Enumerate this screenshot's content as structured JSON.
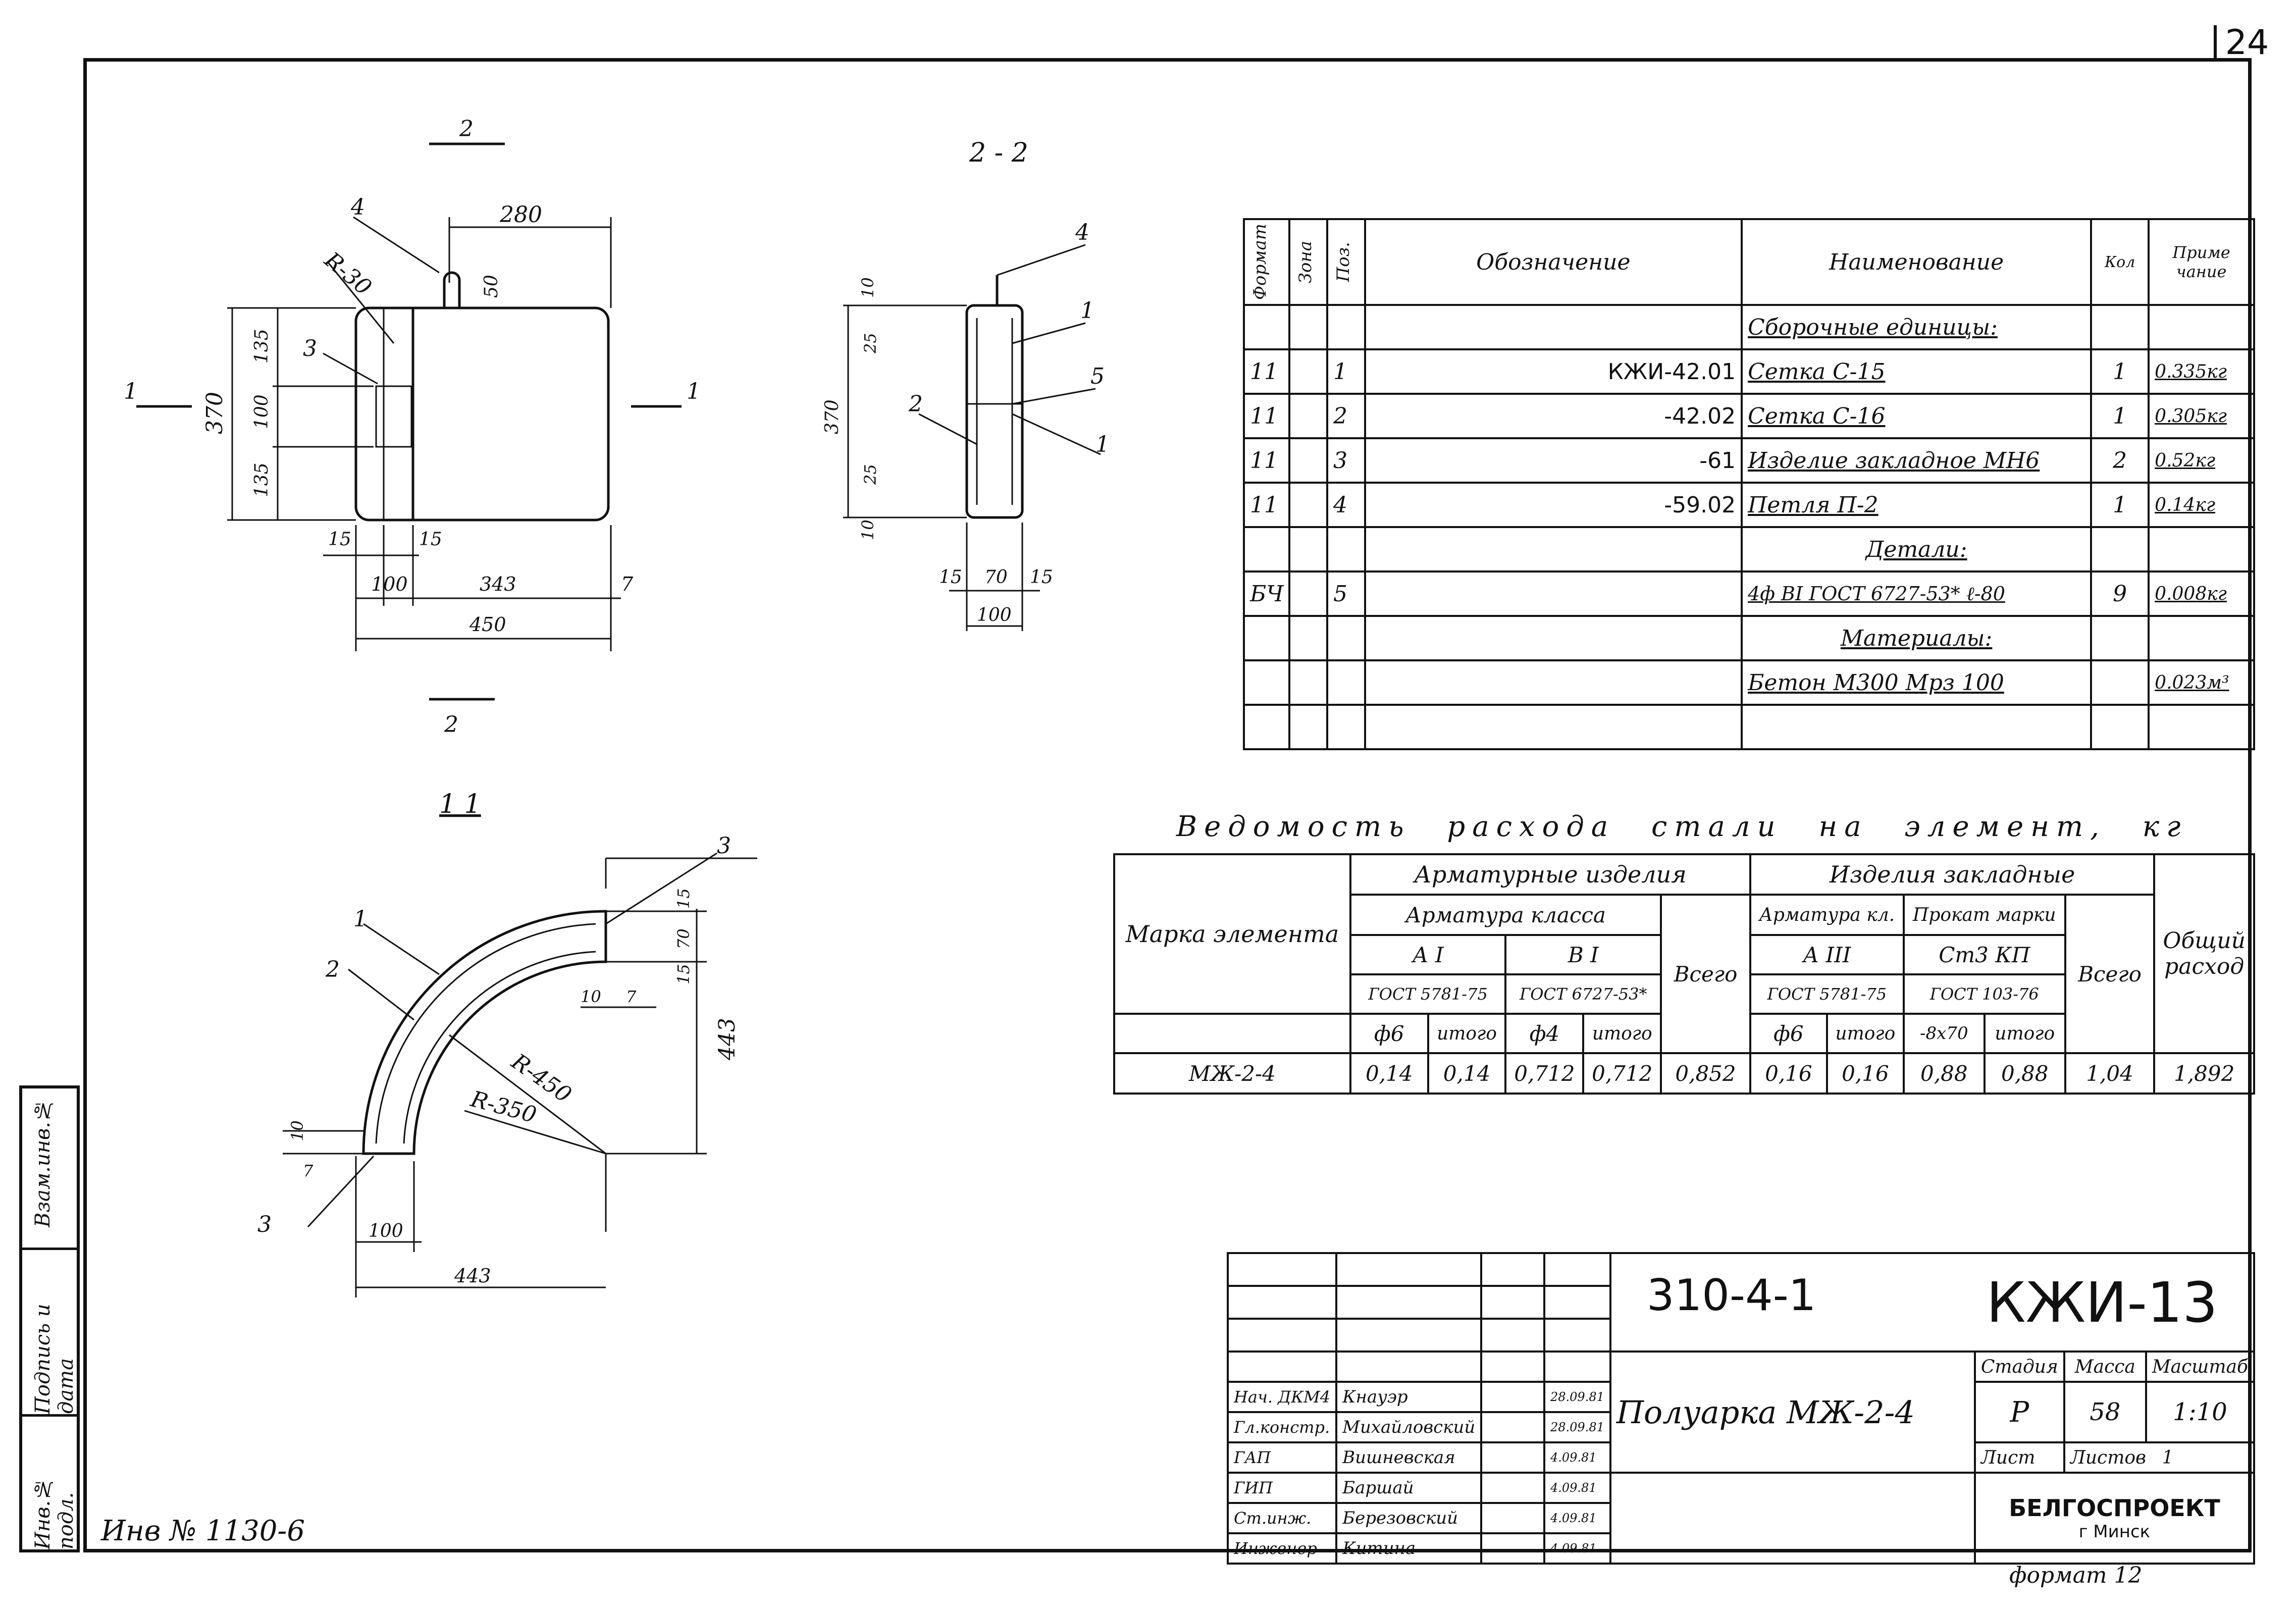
{
  "sheet_number": "24",
  "inventory_number": "Инв № 1130-6",
  "format_note": "формат 12",
  "views": {
    "front": {
      "section_mark": "2",
      "dims": {
        "top": "280",
        "r": "R-30",
        "h50": "50",
        "h370": "370",
        "h135a": "135",
        "h100": "100",
        "h135b": "135",
        "w15a": "15",
        "w15b": "15",
        "w100": "100",
        "w343": "343",
        "w7": "7",
        "w450": "450"
      },
      "pos": {
        "p3": "3",
        "p4": "4"
      },
      "cut_mark": "1"
    },
    "section_22": {
      "title": "2 - 2",
      "dims": {
        "d10a": "10",
        "d25a": "25",
        "h370": "370",
        "d25b": "25",
        "d10b": "10",
        "w15a": "15",
        "w70": "70",
        "w15b": "15",
        "w100": "100"
      },
      "pos": {
        "p1a": "1",
        "p1b": "1",
        "p2": "2",
        "p4": "4",
        "p5": "5"
      }
    },
    "section_11": {
      "title": "1  1",
      "dims": {
        "r450": "R-450",
        "r350": "R-350",
        "w100": "100",
        "w443": "443",
        "h443": "443",
        "d15a": "15",
        "d70": "70",
        "d15b": "15",
        "d10": "10",
        "d7": "7",
        "e10": "10",
        "e7": "7"
      },
      "pos": {
        "p1": "1",
        "p2": "2",
        "p3a": "3",
        "p3b": "3"
      }
    }
  },
  "spec_table": {
    "headers": {
      "format": "Формат",
      "zone": "Зона",
      "pos": "Поз.",
      "designation": "Обозначение",
      "name": "Наименование",
      "qty": "Кол",
      "note": "Приме чание"
    },
    "rows": [
      {
        "format": "",
        "zone": "",
        "pos": "",
        "designation": "",
        "name": "Сборочные единицы:",
        "qty": "",
        "note": ""
      },
      {
        "format": "11",
        "zone": "",
        "pos": "1",
        "designation": "КЖИ-42.01",
        "name": "Сетка С-15",
        "qty": "1",
        "note": "0.335кг"
      },
      {
        "format": "11",
        "zone": "",
        "pos": "2",
        "designation": "-42.02",
        "name": "Сетка С-16",
        "qty": "1",
        "note": "0.305кг"
      },
      {
        "format": "11",
        "zone": "",
        "pos": "3",
        "designation": "-61",
        "name": "Изделие закладное МН6",
        "qty": "2",
        "note": "0.52кг"
      },
      {
        "format": "11",
        "zone": "",
        "pos": "4",
        "designation": "-59.02",
        "name": "Петля П-2",
        "qty": "1",
        "note": "0.14кг"
      },
      {
        "format": "",
        "zone": "",
        "pos": "",
        "designation": "",
        "name": "Детали:",
        "qty": "",
        "note": ""
      },
      {
        "format": "БЧ",
        "zone": "",
        "pos": "5",
        "designation": "",
        "name": "4ф ВI ГОСТ 6727-53* ℓ-80",
        "qty": "9",
        "note": "0.008кг"
      },
      {
        "format": "",
        "zone": "",
        "pos": "",
        "designation": "",
        "name": "Материалы:",
        "qty": "",
        "note": ""
      },
      {
        "format": "",
        "zone": "",
        "pos": "",
        "designation": "",
        "name": "Бетон М300 Мрз 100",
        "qty": "",
        "note": "0.023м³"
      },
      {
        "format": "",
        "zone": "",
        "pos": "",
        "designation": "",
        "name": "",
        "qty": "",
        "note": ""
      }
    ]
  },
  "steel_table": {
    "title": "Ведомость расхода стали на элемент, кг",
    "h_mark": "Марка элемента",
    "h_reinf": "Арматурные изделия",
    "h_embed": "Изделия закладные",
    "h_rebar_class": "Арматура класса",
    "h_embed_rebar": "Арматура кл.",
    "h_rolled": "Прокат марки",
    "h_ai": "А I",
    "h_bi": "В I",
    "h_aiii": "А III",
    "h_st3": "Ст3 КП",
    "h_gost1": "ГОСТ 5781-75",
    "h_gost2": "ГОСТ 6727-53*",
    "h_gost3": "ГОСТ 5781-75",
    "h_gost4": "ГОСТ 103-76",
    "h_d6": "ф6",
    "h_total1": "итого",
    "h_d4": "ф4",
    "h_total2": "итого",
    "h_d6b": "ф6",
    "h_total3": "итого",
    "h_8x70": "-8х70",
    "h_total4": "итого",
    "h_sum1": "Всего",
    "h_sum2": "Всего",
    "h_grand": "Общий расход",
    "row": {
      "mark": "МЖ-2-4",
      "c1": "0,14",
      "c2": "0,14",
      "c3": "0,712",
      "c4": "0,712",
      "c5": "0,852",
      "c6": "0,16",
      "c7": "0,16",
      "c8": "0,88",
      "c9": "0,88",
      "c10": "1,04",
      "c11": "1,892"
    }
  },
  "title_block": {
    "series": "310-4-1",
    "code": "КЖИ-13",
    "item_name": "Полуарка МЖ-2-4",
    "stage_label": "Стадия",
    "mass_label": "Масса",
    "scale_label": "Масштаб",
    "stage": "Р",
    "mass": "58",
    "scale": "1:10",
    "sheet_label": "Лист",
    "sheets_label": "Листов",
    "sheets": "1",
    "org": "БЕЛГОСПРОЕКТ",
    "city": "г Минск",
    "people": [
      {
        "role": "Нач. ДКМ4",
        "name": "Кнауэр",
        "date": "28.09.81"
      },
      {
        "role": "Гл.констр.",
        "name": "Михайловский",
        "date": "28.09.81"
      },
      {
        "role": "ГАП",
        "name": "Вишневская",
        "date": "4.09.81"
      },
      {
        "role": "ГИП",
        "name": "Баршай",
        "date": "4.09.81"
      },
      {
        "role": "Ст.инж.",
        "name": "Березовский",
        "date": "4.09.81"
      },
      {
        "role": "Инженер",
        "name": "Китина",
        "date": "4.09.81"
      }
    ]
  },
  "sidebar": {
    "l1": "Взам.инв.№",
    "l2": "Подпись и дата",
    "l3": "Инв.№ подл."
  },
  "colors": {
    "ink": "#111111",
    "paper": "#ffffff"
  }
}
